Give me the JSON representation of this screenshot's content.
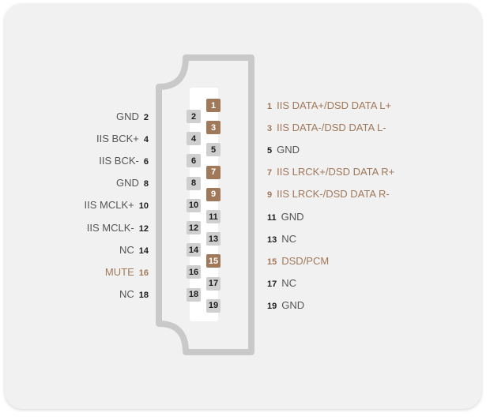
{
  "colors": {
    "accent": "#a0785a",
    "pin_gray": "#cfcfcf",
    "connector": "#c9c9c9",
    "card": "#f1f1f1"
  },
  "left_pins": [
    {
      "num": "2",
      "label": "GND",
      "accent": false
    },
    {
      "num": "4",
      "label": "IIS BCK+",
      "accent": false
    },
    {
      "num": "6",
      "label": "IIS BCK-",
      "accent": false
    },
    {
      "num": "8",
      "label": "GND",
      "accent": false
    },
    {
      "num": "10",
      "label": "IIS MCLK+",
      "accent": false
    },
    {
      "num": "12",
      "label": "IIS MCLK-",
      "accent": false
    },
    {
      "num": "14",
      "label": "NC",
      "accent": false
    },
    {
      "num": "16",
      "label": "MUTE",
      "accent": true
    },
    {
      "num": "18",
      "label": "NC",
      "accent": false
    }
  ],
  "right_pins": [
    {
      "num": "1",
      "label": "IIS DATA+/DSD DATA L+",
      "accent": true
    },
    {
      "num": "3",
      "label": "IIS DATA-/DSD DATA L-",
      "accent": true
    },
    {
      "num": "5",
      "label": "GND",
      "accent": false
    },
    {
      "num": "7",
      "label": "IIS LRCK+/DSD DATA R+",
      "accent": true
    },
    {
      "num": "9",
      "label": "IIS LRCK-/DSD DATA R-",
      "accent": true
    },
    {
      "num": "11",
      "label": "GND",
      "accent": false
    },
    {
      "num": "13",
      "label": "NC",
      "accent": false
    },
    {
      "num": "15",
      "label": "DSD/PCM",
      "accent": true
    },
    {
      "num": "17",
      "label": "NC",
      "accent": false
    },
    {
      "num": "19",
      "label": "GND",
      "accent": false
    }
  ]
}
